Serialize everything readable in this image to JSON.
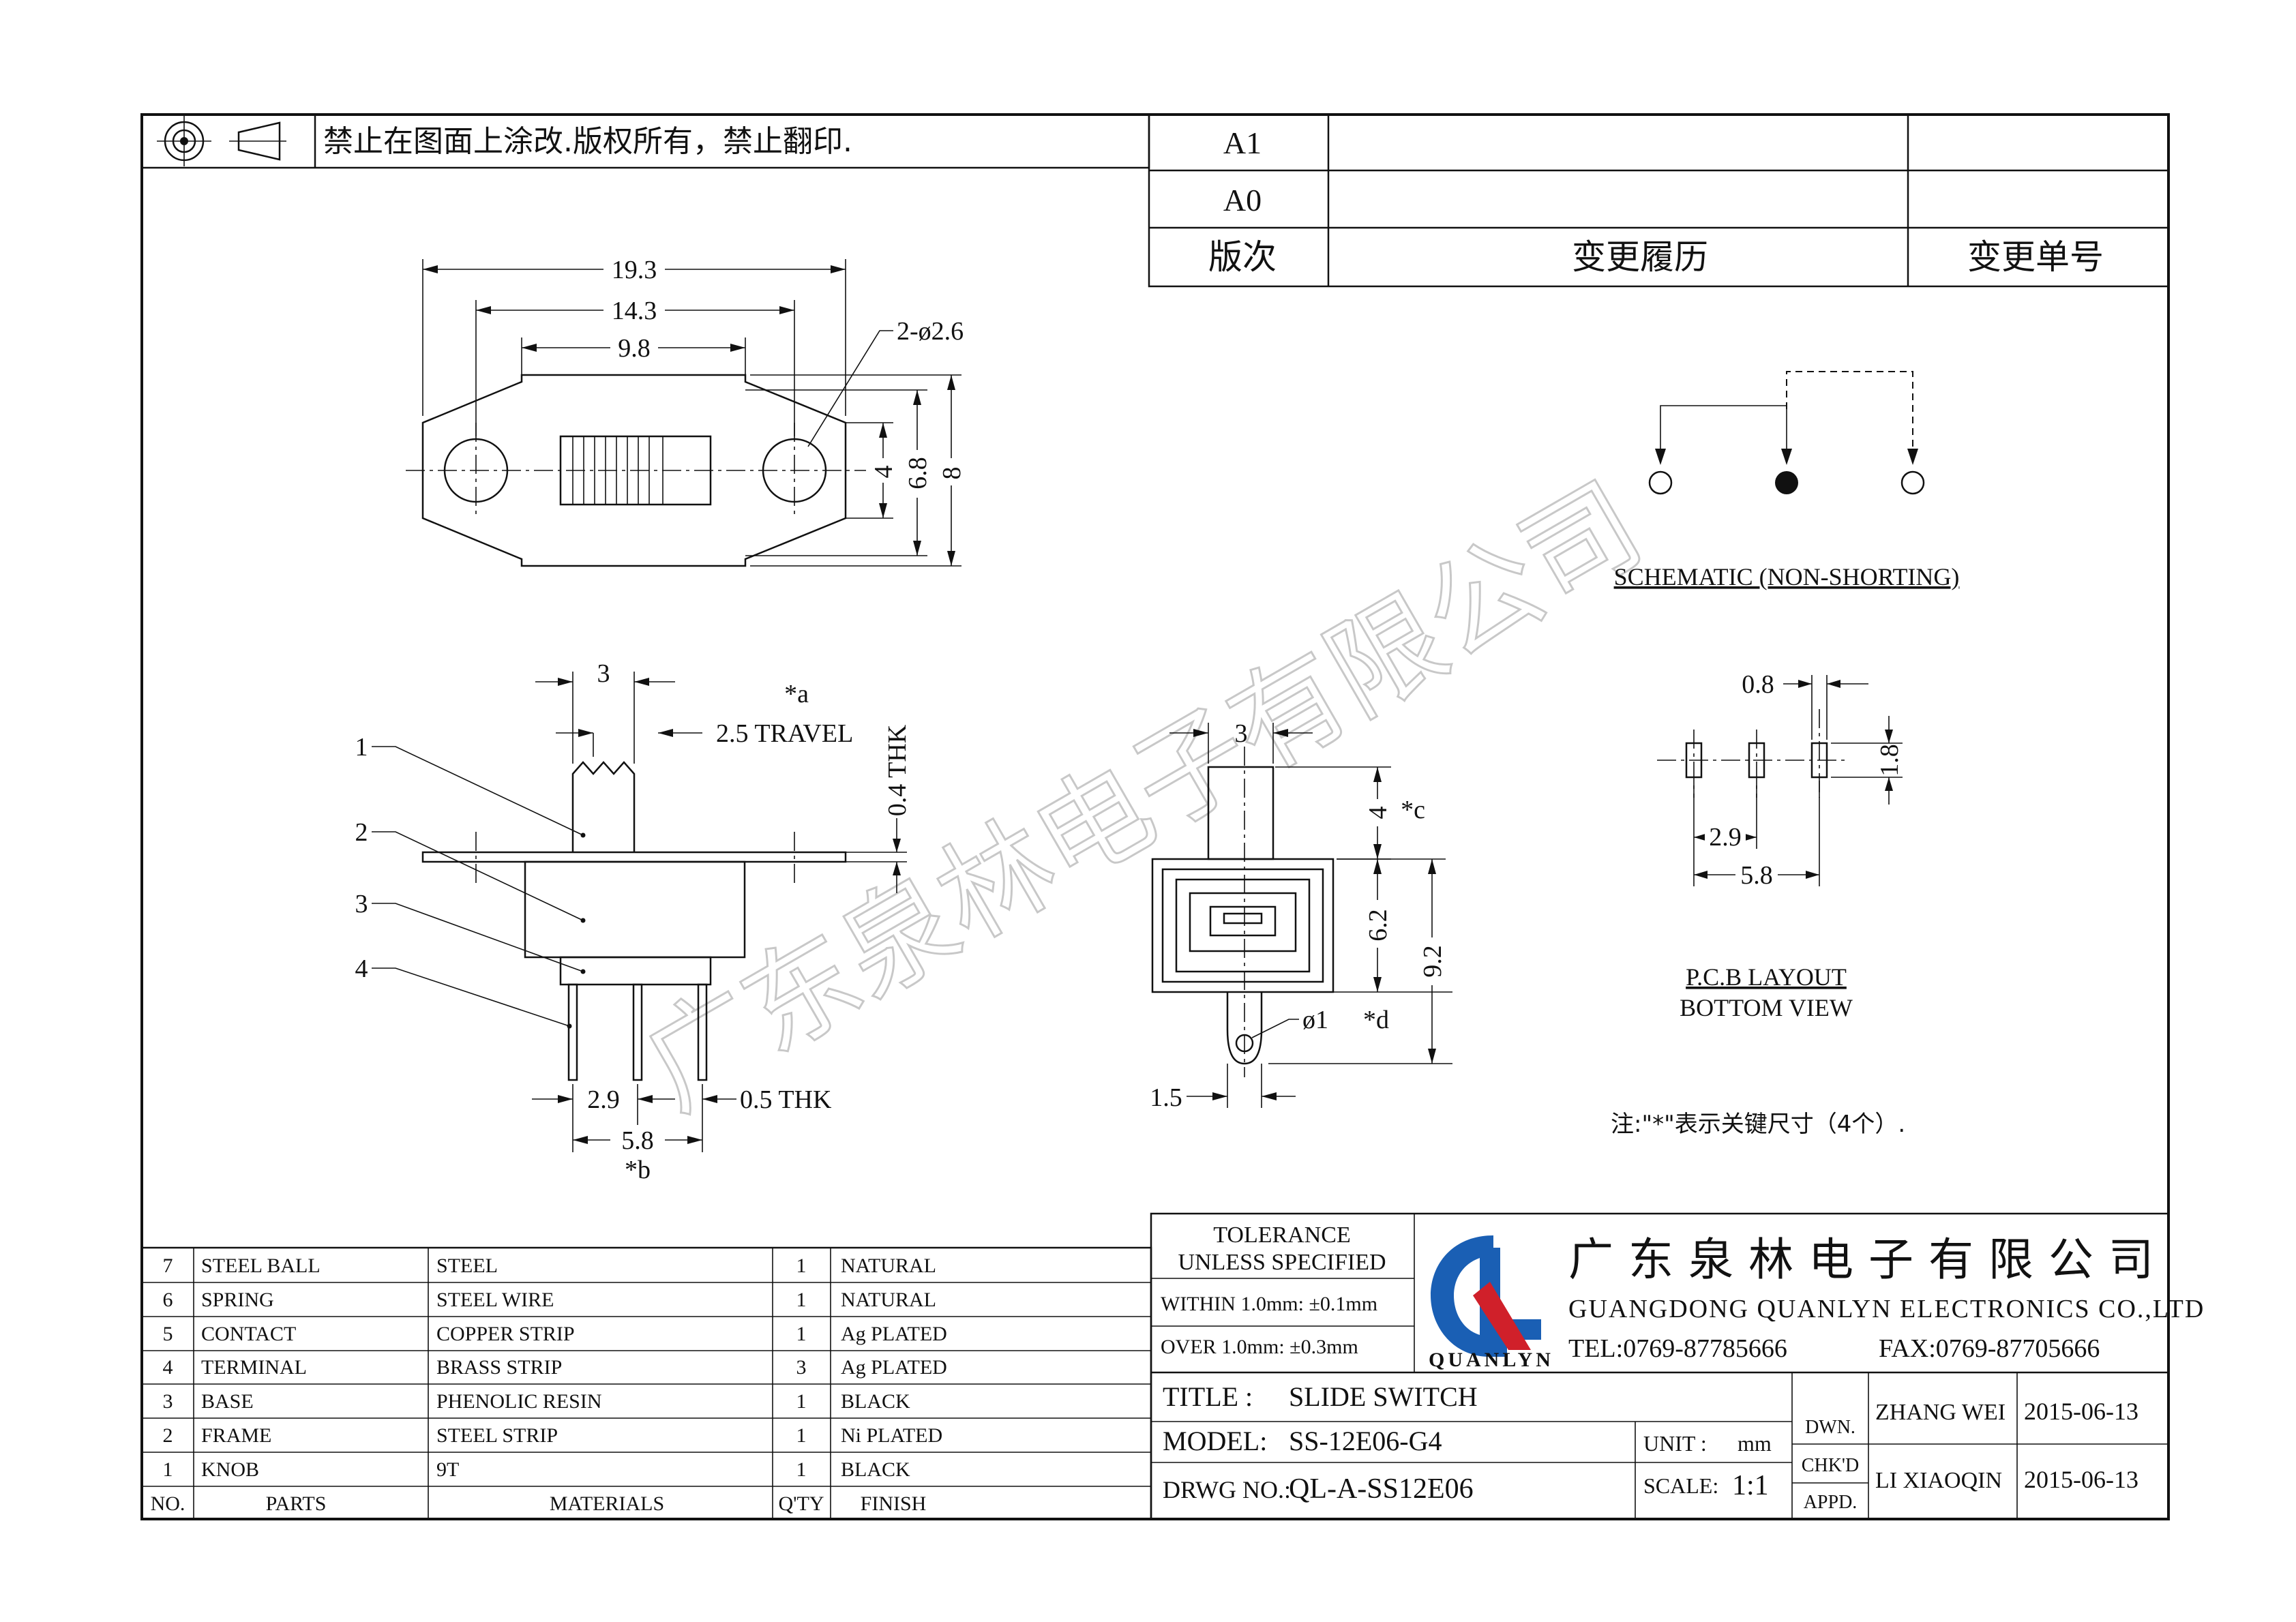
{
  "header": {
    "notice": "禁止在图面上涂改.版权所有，禁止翻印."
  },
  "revision_table": {
    "rows": [
      "A1",
      "A0"
    ],
    "headers": {
      "version": "版次",
      "history": "变更履历",
      "change_no": "变更单号"
    }
  },
  "top_view": {
    "dim_total": "19.3",
    "dim_holes": "14.3",
    "dim_body": "9.8",
    "dim_hole_callout": "2-ø2.6",
    "dim_4": "4",
    "dim_6_8": "6.8",
    "dim_8": "8"
  },
  "side_view": {
    "dim_knob": "3",
    "mark_a": "*a",
    "travel": "2.5  TRAVEL",
    "thk_04": "0.4  THK",
    "callouts": [
      "1",
      "2",
      "3",
      "4"
    ],
    "dim_pin_pitch": "2.9",
    "dim_pin_thk": "0.5  THK",
    "dim_pin_span": "5.8",
    "mark_b": "*b"
  },
  "end_view": {
    "dim_knob": "3",
    "dim_4": "4",
    "mark_c": "*c",
    "dim_6_2": "6.2",
    "dim_9_2": "9.2",
    "dim_hole": "ø1",
    "mark_d": "*d",
    "dim_1_5": "1.5"
  },
  "schematic": {
    "label": "SCHEMATIC (NON-SHORTING)"
  },
  "pcb_layout": {
    "dim_0_8": "0.8",
    "dim_1_8": "1.8",
    "dim_2_9": "2.9",
    "dim_5_8": "5.8",
    "label_line1": "P.C.B  LAYOUT",
    "label_line2": "BOTTOM  VIEW"
  },
  "note": "注:\"*\"表示关键尺寸（4个）.",
  "parts_table": {
    "rows": [
      {
        "no": "7",
        "part": "STEEL  BALL",
        "material": "STEEL",
        "qty": "1",
        "finish": "NATURAL"
      },
      {
        "no": "6",
        "part": "SPRING",
        "material": "STEEL  WIRE",
        "qty": "1",
        "finish": "NATURAL"
      },
      {
        "no": "5",
        "part": "CONTACT",
        "material": "COPPER  STRIP",
        "qty": "1",
        "finish": "Ag  PLATED"
      },
      {
        "no": "4",
        "part": "TERMINAL",
        "material": "BRASS  STRIP",
        "qty": "3",
        "finish": "Ag  PLATED"
      },
      {
        "no": "3",
        "part": "BASE",
        "material": "PHENOLIC  RESIN",
        "qty": "1",
        "finish": "BLACK"
      },
      {
        "no": "2",
        "part": "FRAME",
        "material": "STEEL  STRIP",
        "qty": "1",
        "finish": "Ni  PLATED"
      },
      {
        "no": "1",
        "part": "KNOB",
        "material": "9T",
        "qty": "1",
        "finish": "BLACK"
      }
    ],
    "headers": {
      "no": "NO.",
      "part": "PARTS",
      "material": "MATERIALS",
      "qty": "Q'TY",
      "finish": "FINISH"
    }
  },
  "title_block": {
    "tolerance_1": "TOLERANCE",
    "tolerance_2": "UNLESS  SPECIFIED",
    "within": "WITHIN  1.0mm: ±0.1mm",
    "over": "OVER  1.0mm:   ±0.3mm",
    "company_cn": "广东泉林电子有限公司",
    "company_en": "GUANGDONG  QUANLYN  ELECTRONICS  CO.,LTD",
    "brand": "QUANLYN",
    "tel": "TEL:0769-87785666",
    "fax": "FAX:0769-87705666",
    "title_label": "TITLE :",
    "title_value": "SLIDE  SWITCH",
    "model_label": "MODEL:",
    "model_value": "SS-12E06-G4",
    "drwg_label": "DRWG  NO.:",
    "drwg_value": "QL-A-SS12E06",
    "unit_label": "UNIT :",
    "unit_value": "mm",
    "scale_label": "SCALE:",
    "scale_value": "1:1",
    "dwn_label": "DWN.",
    "chkd_label": "CHK'D",
    "appd_label": "APPD.",
    "drawn_by": "ZHANG  WEI",
    "drawn_date": "2015-06-13",
    "checked_by": "LI  XIAOQIN",
    "checked_date": "2015-06-13",
    "brand_colors": {
      "blue": "#1a5fb4",
      "red": "#d0202a"
    }
  },
  "watermark": "广东泉林电子有限公司"
}
